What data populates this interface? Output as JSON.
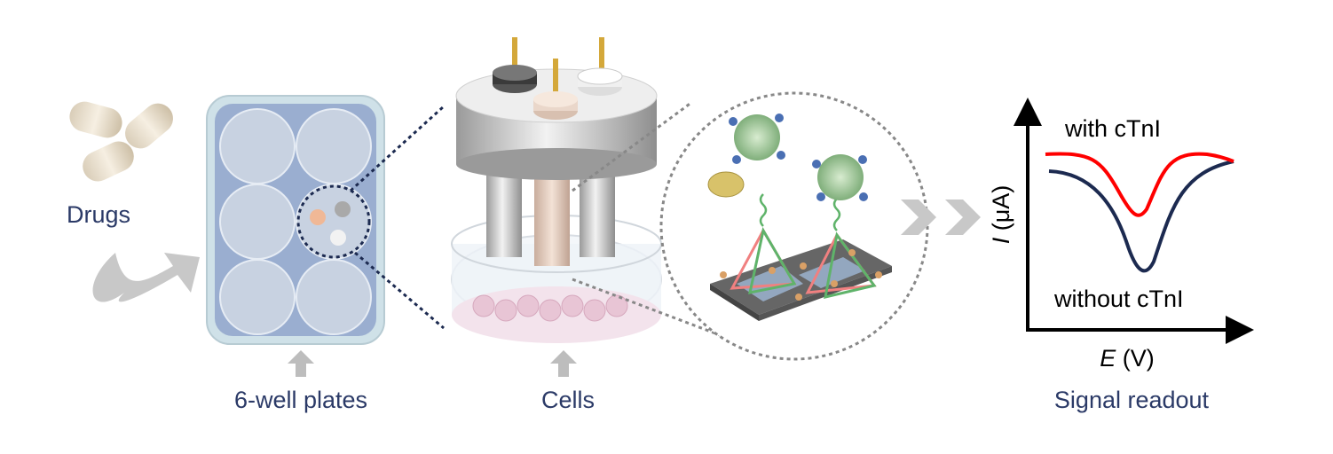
{
  "labels": {
    "drugs": "Drugs",
    "plates": "6-well plates",
    "cells": "Cells",
    "readout": "Signal readout"
  },
  "plot": {
    "y_axis_var": "I",
    "y_axis_unit": " (μA)",
    "x_axis_var": "E",
    "x_axis_unit": " (V)",
    "curve_with": "with cTnI",
    "curve_without": "without cTnI"
  },
  "colors": {
    "label_text": "#2b3a67",
    "with_curve": "#ff0000",
    "without_curve": "#1c2a50",
    "plate": "#9aaed0",
    "arrow_gray": "#bdbdbd"
  }
}
